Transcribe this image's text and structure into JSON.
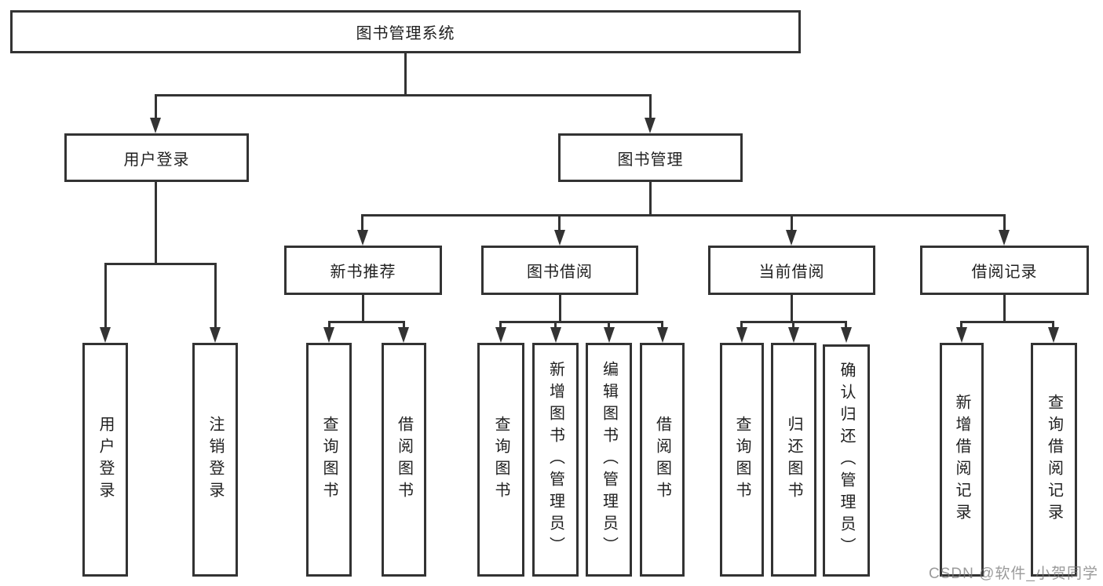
{
  "diagram_type": "functional-structure-tree",
  "tree": {
    "root": {
      "label": "图书管理系统",
      "children": [
        {
          "label": "用户登录",
          "children": [
            {
              "label": "用户登录"
            },
            {
              "label": "注销登录"
            }
          ]
        },
        {
          "label": "图书管理",
          "children": [
            {
              "label": "新书推荐",
              "children": [
                {
                  "label": "查询图书"
                },
                {
                  "label": "借阅图书"
                }
              ]
            },
            {
              "label": "图书借阅",
              "children": [
                {
                  "label": "查询图书"
                },
                {
                  "label": "新增图书（管理员）"
                },
                {
                  "label": "编辑图书（管理员）"
                },
                {
                  "label": "借阅图书"
                }
              ]
            },
            {
              "label": "当前借阅",
              "children": [
                {
                  "label": "查询图书"
                },
                {
                  "label": "归还图书"
                },
                {
                  "label": "确认归还（管理员）"
                }
              ]
            },
            {
              "label": "借阅记录",
              "children": [
                {
                  "label": "新增借阅记录"
                },
                {
                  "label": "查询借阅记录"
                }
              ]
            }
          ]
        }
      ]
    }
  },
  "watermark": {
    "text": "CSDN @软件_小贺同学"
  },
  "colors": {
    "line": "#333333",
    "box_border": "#333333",
    "text": "#1f1f1f",
    "background": "#ffffff",
    "watermark": "#9b9b9b"
  }
}
